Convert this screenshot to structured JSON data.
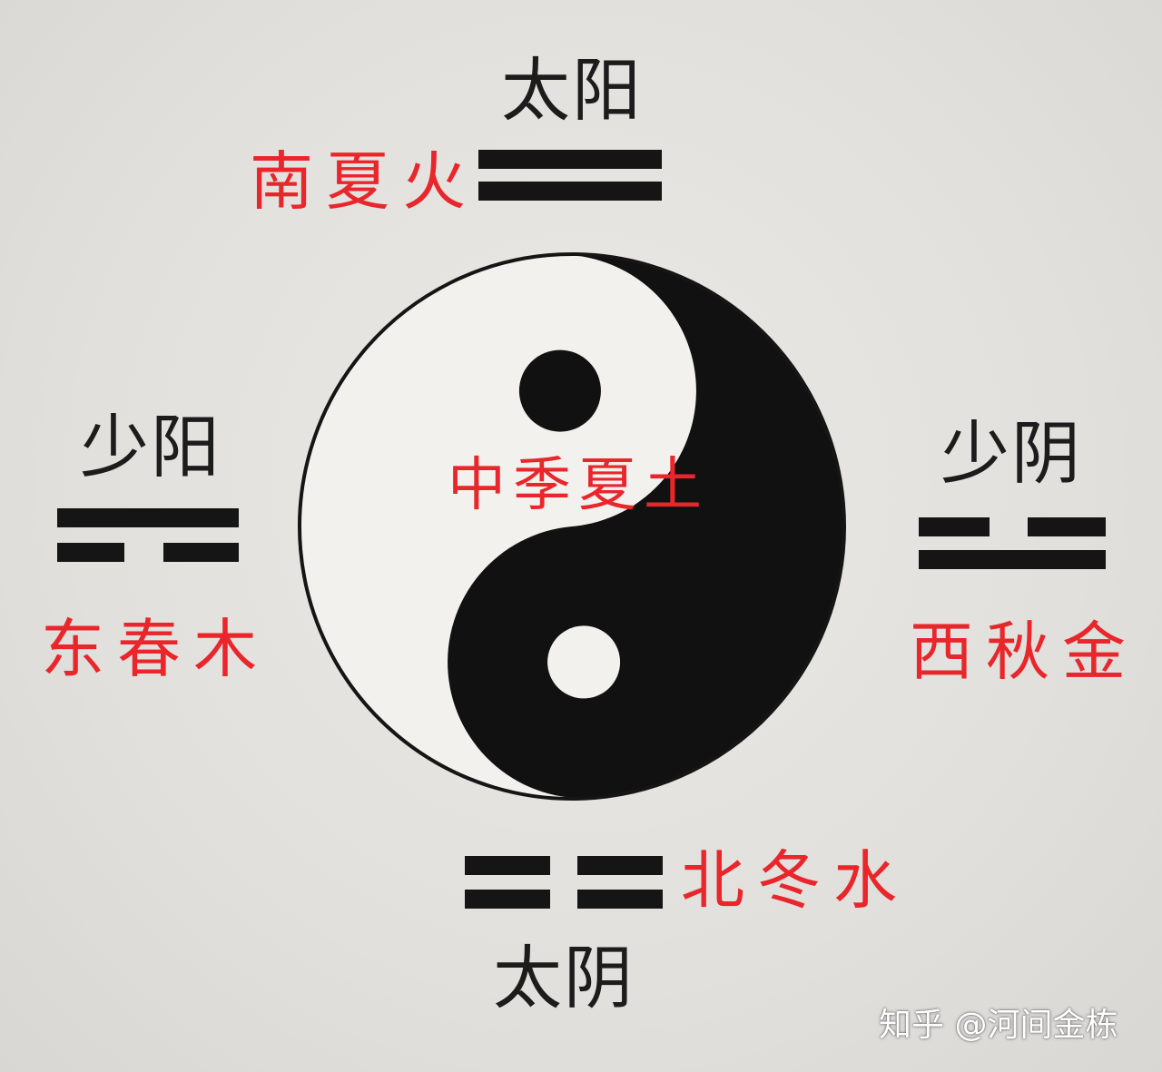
{
  "diagram": {
    "labels": {
      "top_black": "太阳",
      "top_red": "南夏火",
      "left_black": "少阳",
      "left_red": "东春木",
      "right_black": "少阴",
      "right_red": "西秋金",
      "bottom_black": "太阴",
      "bottom_red": "北冬水",
      "center_red": "中季夏土"
    },
    "trigrams": {
      "top": [
        "solid",
        "solid"
      ],
      "left": [
        "solid",
        "broken"
      ],
      "right": [
        "broken",
        "solid"
      ],
      "bottom": [
        "broken",
        "broken"
      ]
    },
    "colors": {
      "ink": "#151515",
      "red": "#e8262b",
      "paper": "#e4e2de"
    }
  },
  "watermark": {
    "text": "知乎 @河间金栋"
  }
}
